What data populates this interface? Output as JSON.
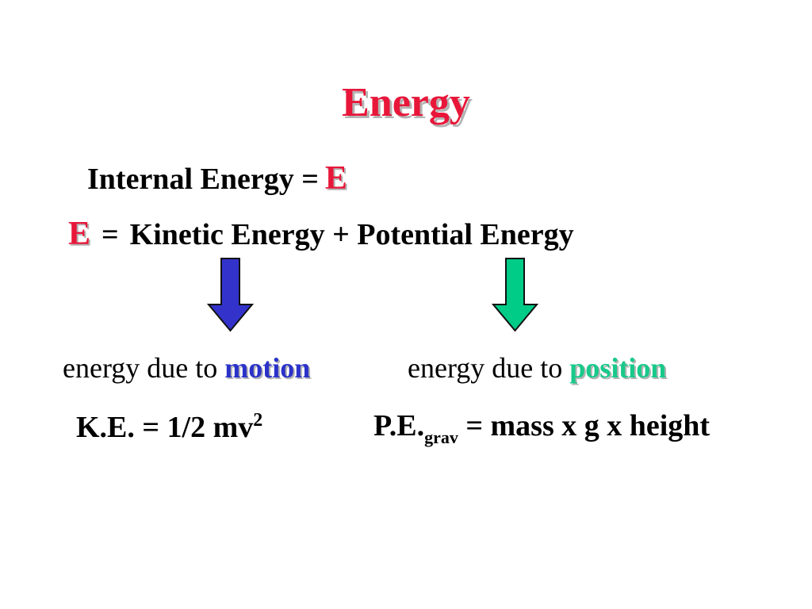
{
  "title": "Energy",
  "internal_line": {
    "label": "Internal Energy =",
    "symbol": "E"
  },
  "equation_line": {
    "symbol": "E",
    "equals": "=",
    "kinetic": "Kinetic Energy",
    "plus": "+",
    "potential": "Potential Energy"
  },
  "arrows": {
    "left_color": "#3333cc",
    "right_color": "#00cc88"
  },
  "kinetic_desc": {
    "prefix": "energy due to",
    "keyword": "motion"
  },
  "potential_desc": {
    "prefix": "energy due to",
    "keyword": "position"
  },
  "ke_formula": {
    "text": "K.E. = 1/2 mv",
    "superscript": "2"
  },
  "pe_formula": {
    "prefix": "P.E.",
    "subscript": "grav",
    "rest": "= mass x g x height"
  },
  "colors": {
    "accent_red": "#e8173a",
    "motion_blue": "#2b32c8",
    "position_green": "#18c98a"
  }
}
